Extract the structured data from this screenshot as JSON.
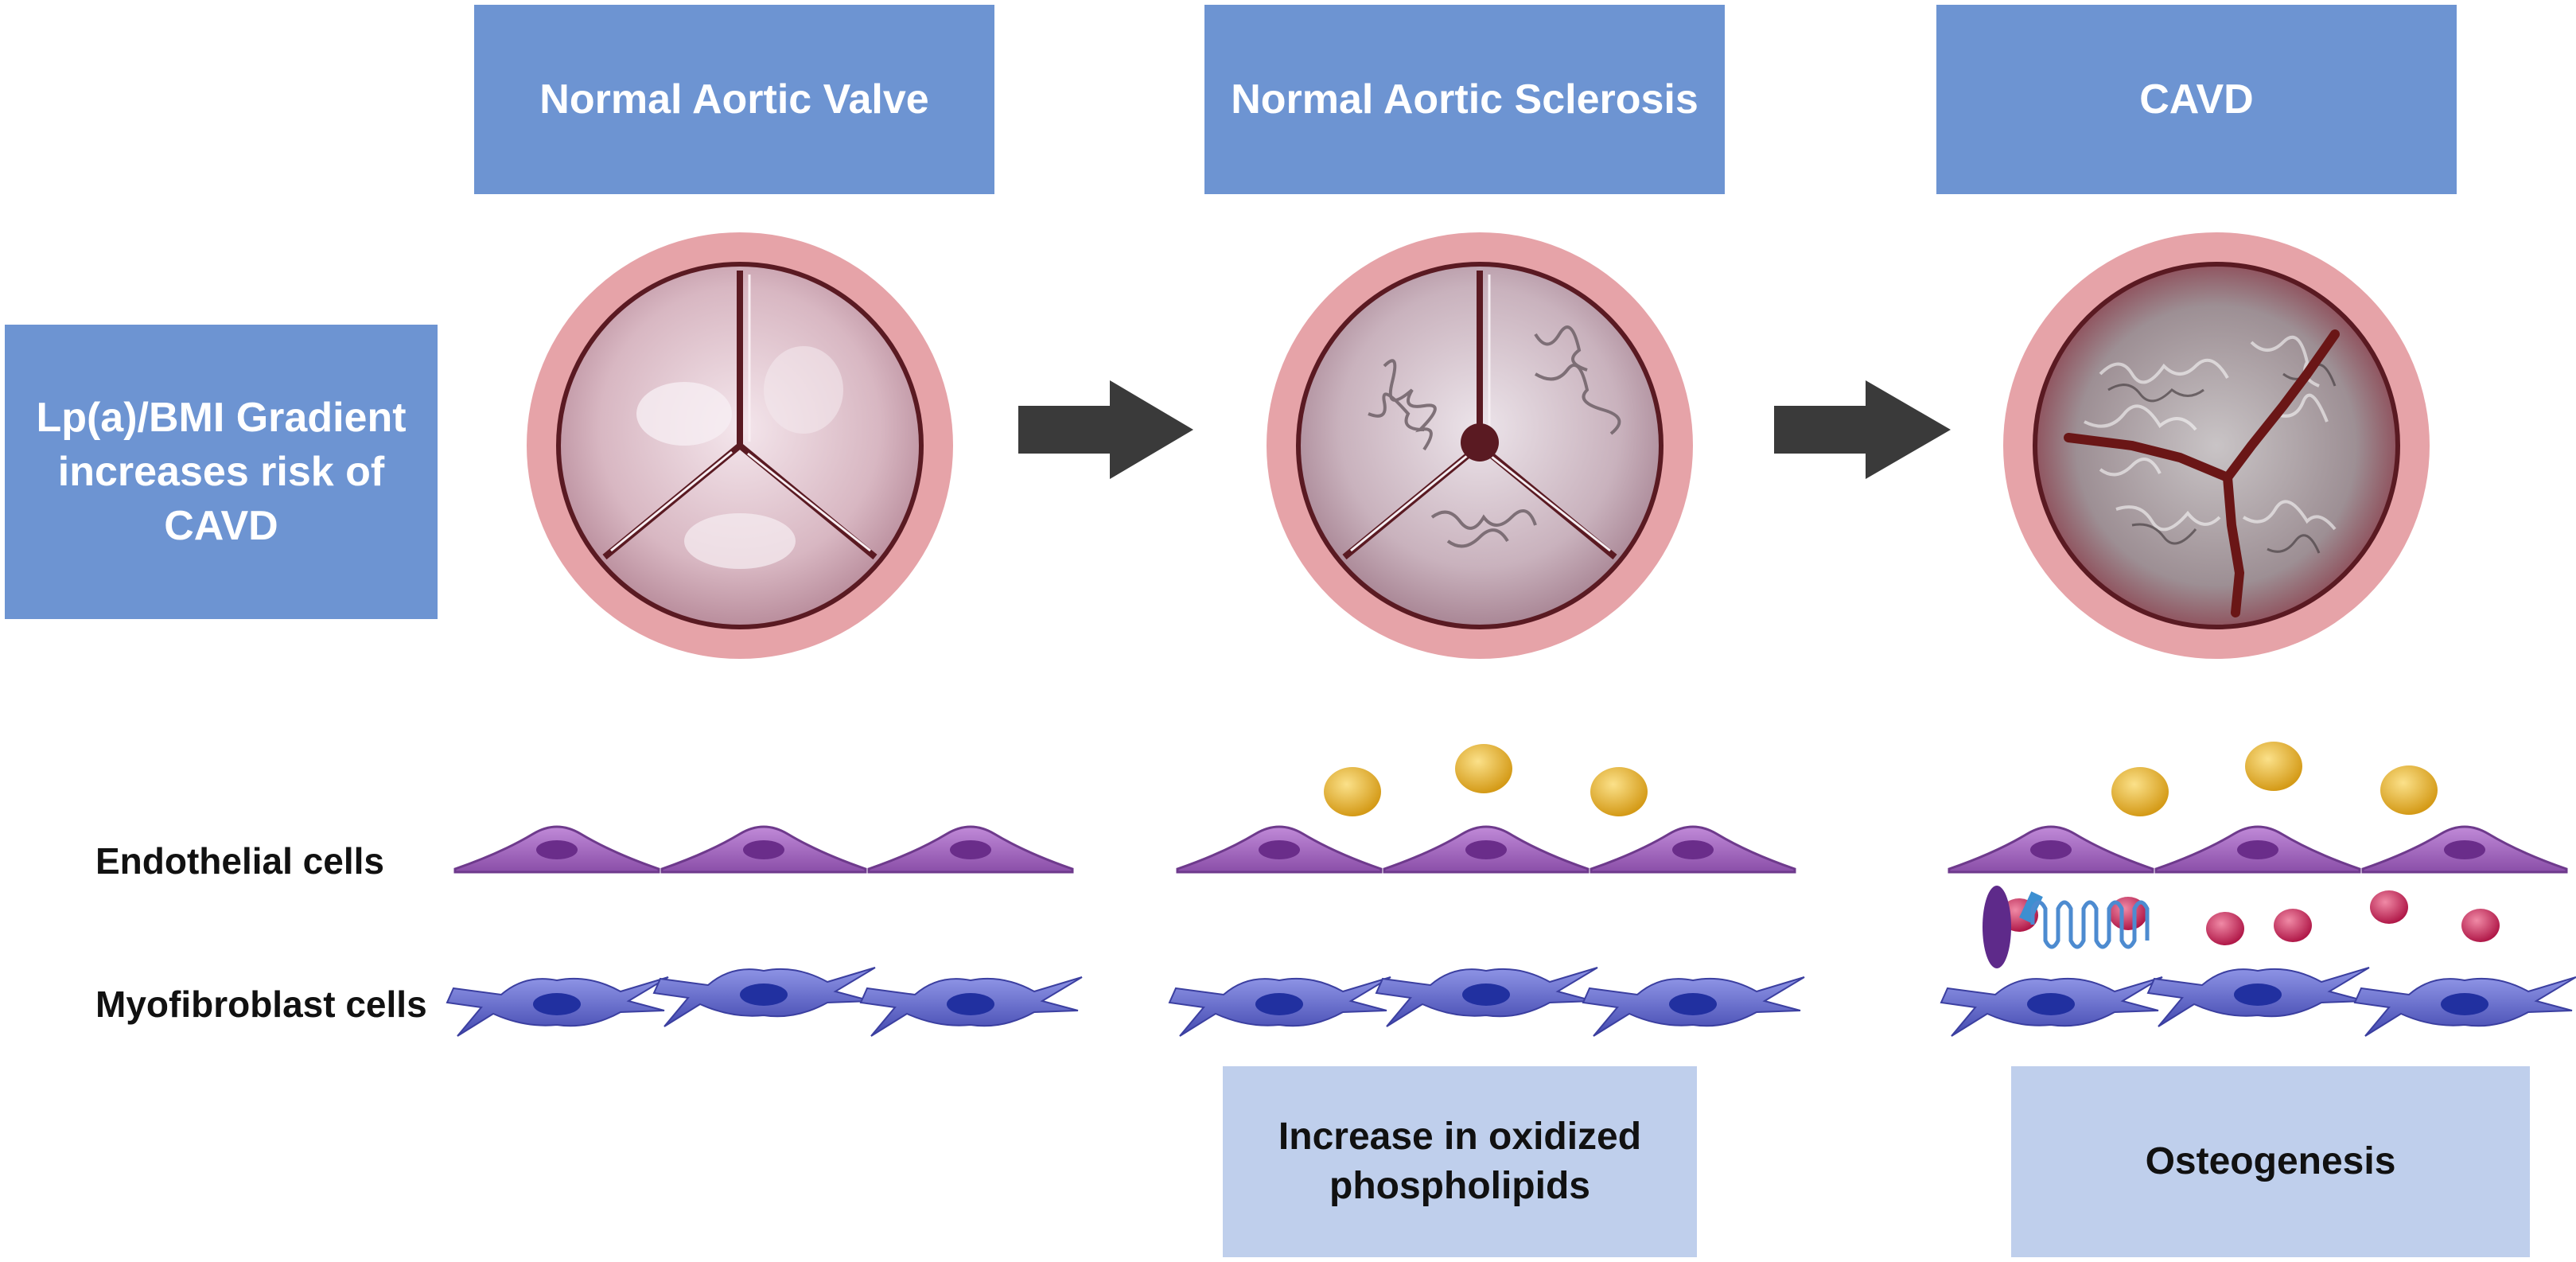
{
  "stages": [
    {
      "label": "Normal Aortic Valve"
    },
    {
      "label": "Normal Aortic Sclerosis"
    },
    {
      "label": "CAVD"
    }
  ],
  "side_label": "Lp(a)/BMI Gradient increases risk of CAVD",
  "rows": {
    "endothelial": "Endothelial cells",
    "myofibroblast": "Myofibroblast cells"
  },
  "notes": {
    "oxidized": "Increase in oxidized phospholipids",
    "osteogenesis": "Osteogenesis"
  },
  "colors": {
    "header_blue": "#6d94d2",
    "note_blue": "#bfcfec",
    "ring_pink": "#e6a3a8",
    "endothelial_purple": "#9b5fb8",
    "myofibroblast_blue": "#5b62c8",
    "lipid_gold": "#e2b12f",
    "red_particle": "#c8295a",
    "arrow": "#3a3a3a"
  }
}
